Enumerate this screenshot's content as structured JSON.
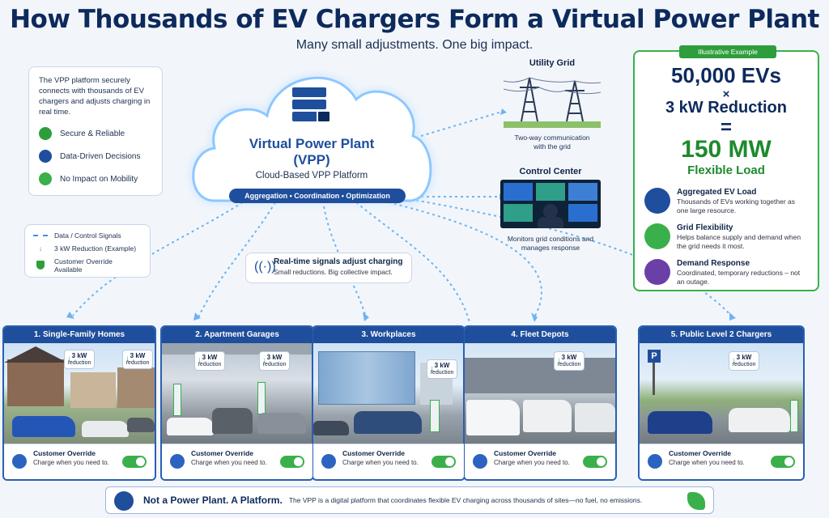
{
  "title": "How Thousands of EV Chargers Form a Virtual Power Plant",
  "subtitle": "Many small adjustments. One big impact.",
  "platform_card": {
    "description": "The VPP platform securely connects with thousands of EV chargers and adjusts charging in real time.",
    "features": [
      "Secure & Reliable",
      "Data-Driven Decisions",
      "No Impact on Mobility"
    ]
  },
  "legend": {
    "items": [
      "Data / Control Signals",
      "3 kW Reduction (Example)",
      "Customer Override Available"
    ]
  },
  "cloud": {
    "title_line1": "Virtual Power Plant",
    "title_line2": "(VPP)",
    "subtitle": "Cloud-Based VPP Platform",
    "tagline": "Aggregation • Coordination • Optimization"
  },
  "utility": {
    "title": "Utility Grid",
    "caption": "Two-way communication with the grid"
  },
  "control": {
    "title": "Control Center",
    "caption": "Monitors grid conditions and manages response"
  },
  "signal_note": {
    "title": "Real-time signals adjust charging",
    "body": "Small reductions. Big collective impact."
  },
  "example": {
    "badge": "Illustrative Example",
    "evs": "50,000 EVs",
    "times": "×",
    "reduction": "3 kW Reduction",
    "equals": "=",
    "result": "150 MW",
    "result_label": "Flexible Load"
  },
  "benefits": [
    {
      "title": "Aggregated EV Load",
      "body": "Thousands of EVs working together as one large resource."
    },
    {
      "title": "Grid Flexibility",
      "body": "Helps balance supply and demand when the grid needs it most."
    },
    {
      "title": "Demand Response",
      "body": "Coordinated, temporary reductions – not an outage."
    }
  ],
  "sites": [
    {
      "title": "1. Single-Family Homes"
    },
    {
      "title": "2. Apartment Garages"
    },
    {
      "title": "3. Workplaces"
    },
    {
      "title": "4. Fleet Depots"
    },
    {
      "title": "5. Public Level 2 Chargers"
    }
  ],
  "reduction_badge": {
    "value": "3 kW",
    "unit": "reduction"
  },
  "override": {
    "title": "Customer Override",
    "subtitle": "Charge when you need to."
  },
  "footer": {
    "bold": "Not a Power Plant. A Platform.",
    "text": "The VPP is a digital platform that coordinates flexible EV charging across thousands of sites—no fuel, no emissions."
  },
  "colors": {
    "primary": "#1f4e9c",
    "accent_green": "#2e9e3c",
    "glow": "#7fc0ff"
  }
}
